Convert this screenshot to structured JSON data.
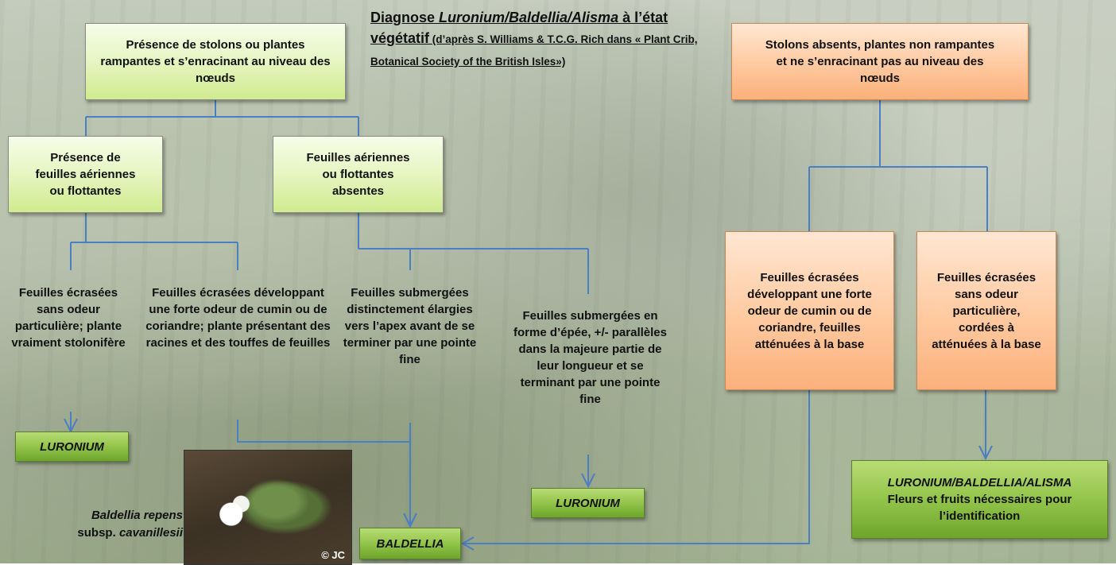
{
  "title": {
    "prefix": "Diagnose ",
    "genera": "Luronium/Baldellia/Alisma",
    "mid": " à l’état végétatif",
    "source": " (d’après S. Williams & T.C.G. Rich dans « Plant Crib, Botanical Society of the British Isles»)"
  },
  "boxes": {
    "stolons_present": "Présence de stolons ou plantes rampantes et s’enracinant au niveau des nœuds",
    "stolons_absent": "Stolons absents, plantes non rampantes et ne s’enracinant pas au niveau des nœuds",
    "aerial_present": "Présence de feuilles aériennes ou flottantes",
    "aerial_absent": "Feuilles aériennes ou flottantes absentes",
    "right_cumin": "Feuilles écrasées développant une forte odeur de cumin ou de coriandre, feuilles atténuées à la base",
    "right_no_odour": "Feuilles écrasées sans odeur particulière, cordées à atténuées à la base"
  },
  "texts": {
    "no_odour_stoloniferous": "Feuilles écrasées sans odeur particulière; plante vraiment stolonifère",
    "cumin_roots": "Feuilles écrasées développant une forte odeur de cumin ou de coriandre; plante présentant des racines et des touffes de feuilles",
    "submerged_widened": "Feuilles submergées distinctement élargies vers l’apex avant de se terminer par une pointe fine",
    "submerged_sword": "Feuilles submergées en forme d’épée, +/- parallèles dans la majeure partie de leur longueur et se terminant par une pointe fine"
  },
  "results": {
    "luronium_left": "LURONIUM",
    "luronium_mid": "LURONIUM",
    "baldellia": "BALDELLIA",
    "all_three": "LURONIUM/BALDELLIA/ALISMA",
    "all_three_note": "Fleurs et fruits nécessaires pour l’identification"
  },
  "photo": {
    "copyright": "© JC",
    "caption_species": "Baldellia repens",
    "caption_subsp": "subsp.",
    "caption_name": "cavanillesii"
  },
  "colors": {
    "connector": "#4a7fc1",
    "green_box": "#d6ee9a",
    "orange_box": "#fdbb88",
    "result_box": "#8fc046"
  }
}
